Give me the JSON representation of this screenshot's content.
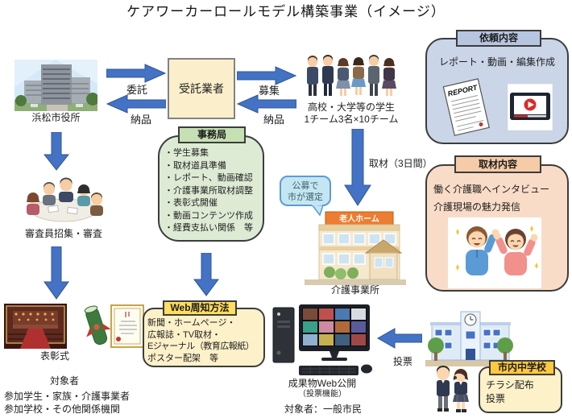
{
  "title": "ケアワーカーロールモデル構築事業（イメージ）",
  "nodes": {
    "city_hall": "浜松市役所",
    "contractor": "受託業者",
    "students_line1": "高校・大学等の学生",
    "students_line2": "1チーム3名×10チーム",
    "judges": "審査員招集・審査",
    "award_ceremony": "表彰式",
    "care_office": "介護事業所",
    "care_office_sign": "老人ホーム",
    "web_publish": "成果物Web公開",
    "web_publish_sub": "（投票機能）",
    "web_publish_target": "対象者：一般市民"
  },
  "arrows": {
    "commission": "委託",
    "delivery_left": "納品",
    "recruit": "募集",
    "delivery_right": "納品",
    "interview": "取材（3日間）",
    "vote": "投票"
  },
  "bubble": {
    "line1": "公募で",
    "line2": "市が選定"
  },
  "boxes": {
    "request": {
      "title": "依頼内容",
      "body": "レポート・動画・編集作成",
      "report_label": "REPORT"
    },
    "secretariat": {
      "title": "事務局",
      "items": [
        "・学生募集",
        "・取材道具準備",
        "・レポート、動画確認",
        "・介護事業所取材調整",
        "・表彰式開催",
        "・動画コンテンツ作成",
        "・経費支払い関係　等"
      ]
    },
    "coverage": {
      "title": "取材内容",
      "line1": "働く介護職へインタビュー",
      "line2": "介護現場の魅力発信"
    },
    "web_method": {
      "title": "Web周知方法",
      "lines": [
        "新聞・ホームページ・",
        "広報誌・TV取材・",
        "Eジャーナル（教育広報紙）",
        "ポスター配架　等"
      ]
    },
    "junior_high": {
      "title": "市内中学校",
      "line1": "チラシ配布",
      "line2": "投票"
    }
  },
  "footer": {
    "heading": "対象者",
    "line1": "参加学生・家族・介護事業者",
    "line2": "参加学校・その他関係機関"
  },
  "colors": {
    "arrow": "#4472C4",
    "contractor_box": "#FBEFCB",
    "request_body": "#CBD5E8",
    "request_tab": "#B7C5E0",
    "secretariat_body": "#DDEBD4",
    "secretariat_tab": "#C6E0B4",
    "coverage_body": "#F9DCC7",
    "coverage_tab": "#F6CBA7",
    "web_method_body": "#FDF1C9",
    "web_method_tab": "#FFDD5E",
    "junior_high_body": "#FDF1C9",
    "junior_high_tab": "#FFC93F",
    "bubble": "#C4E6F2",
    "sign_orange": "#ED7D31"
  }
}
